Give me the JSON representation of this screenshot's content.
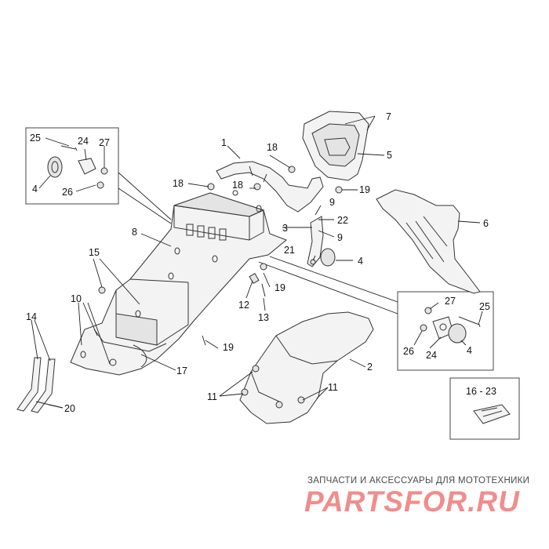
{
  "diagram": {
    "callouts": {
      "c1": "1",
      "c2": "2",
      "c3": "3",
      "c4a": "4",
      "c4b": "4",
      "c4c": "4",
      "c5": "5",
      "c6": "6",
      "c7": "7",
      "c8": "8",
      "c9a": "9",
      "c9b": "9",
      "c10": "10",
      "c11a": "11",
      "c11b": "11",
      "c12": "12",
      "c13": "13",
      "c14": "14",
      "c15": "15",
      "c17": "17",
      "c18a": "18",
      "c18b": "18",
      "c18c": "18",
      "c19a": "19",
      "c19b": "19",
      "c19c": "19",
      "c20": "20",
      "c21": "21",
      "c22": "22",
      "c24a": "24",
      "c24b": "24",
      "c25a": "25",
      "c25b": "25",
      "c26a": "26",
      "c26b": "26",
      "c27a": "27",
      "c27b": "27",
      "c1623": "16 - 23"
    }
  },
  "watermark": {
    "tagline": "ЗАПЧАСТИ И АКСЕССУАРЫ ДЛЯ МОТОТЕХНИКИ",
    "logo": "PARTSFOR.RU"
  },
  "colors": {
    "line": "#333333",
    "logo": "#f28c8c",
    "background": "#ffffff"
  }
}
